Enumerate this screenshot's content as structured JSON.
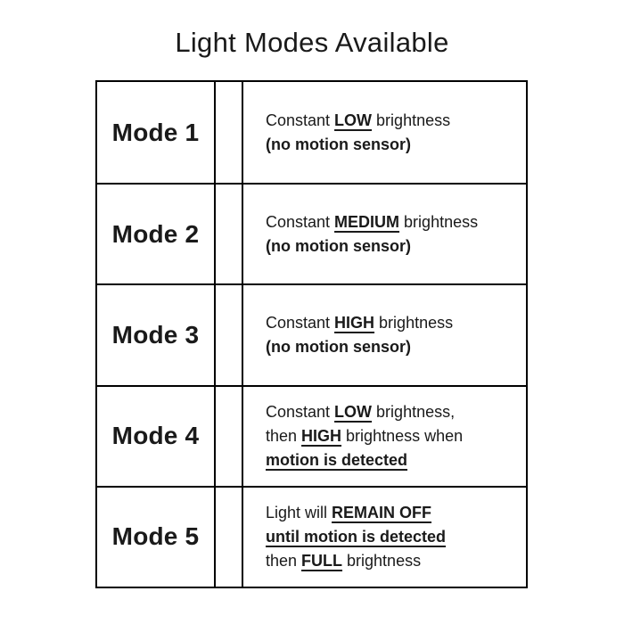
{
  "page": {
    "title": "Light Modes Available"
  },
  "colors": {
    "background": "#ffffff",
    "text": "#1a1a1a",
    "border": "#000000"
  },
  "table": {
    "rows": [
      {
        "mode": "Mode 1",
        "lines": [
          [
            {
              "text": "Constant "
            },
            {
              "text": "LOW",
              "bold": true,
              "underline": true
            },
            {
              "text": " brightness"
            }
          ],
          [
            {
              "text": "(no motion sensor)",
              "bold": true
            }
          ]
        ]
      },
      {
        "mode": "Mode 2",
        "lines": [
          [
            {
              "text": "Constant "
            },
            {
              "text": "MEDIUM",
              "bold": true,
              "underline": true
            },
            {
              "text": " brightness"
            }
          ],
          [
            {
              "text": "(no motion sensor)",
              "bold": true
            }
          ]
        ]
      },
      {
        "mode": "Mode 3",
        "lines": [
          [
            {
              "text": "Constant "
            },
            {
              "text": "HIGH",
              "bold": true,
              "underline": true
            },
            {
              "text": " brightness"
            }
          ],
          [
            {
              "text": "(no motion sensor)",
              "bold": true
            }
          ]
        ]
      },
      {
        "mode": "Mode 4",
        "lines": [
          [
            {
              "text": "Constant "
            },
            {
              "text": "LOW",
              "bold": true,
              "underline": true
            },
            {
              "text": " brightness,"
            }
          ],
          [
            {
              "text": "then "
            },
            {
              "text": "HIGH",
              "bold": true,
              "underline": true
            },
            {
              "text": " brightness when"
            }
          ],
          [
            {
              "text": "motion is detected",
              "bold": true,
              "underline": true
            }
          ]
        ]
      },
      {
        "mode": "Mode 5",
        "lines": [
          [
            {
              "text": "Light will "
            },
            {
              "text": "REMAIN OFF",
              "bold": true,
              "underline": true
            }
          ],
          [
            {
              "text": "until motion is detected",
              "bold": true,
              "underline": true
            }
          ],
          [
            {
              "text": "then "
            },
            {
              "text": "FULL",
              "bold": true,
              "underline": true
            },
            {
              "text": " brightness"
            }
          ]
        ]
      }
    ]
  }
}
